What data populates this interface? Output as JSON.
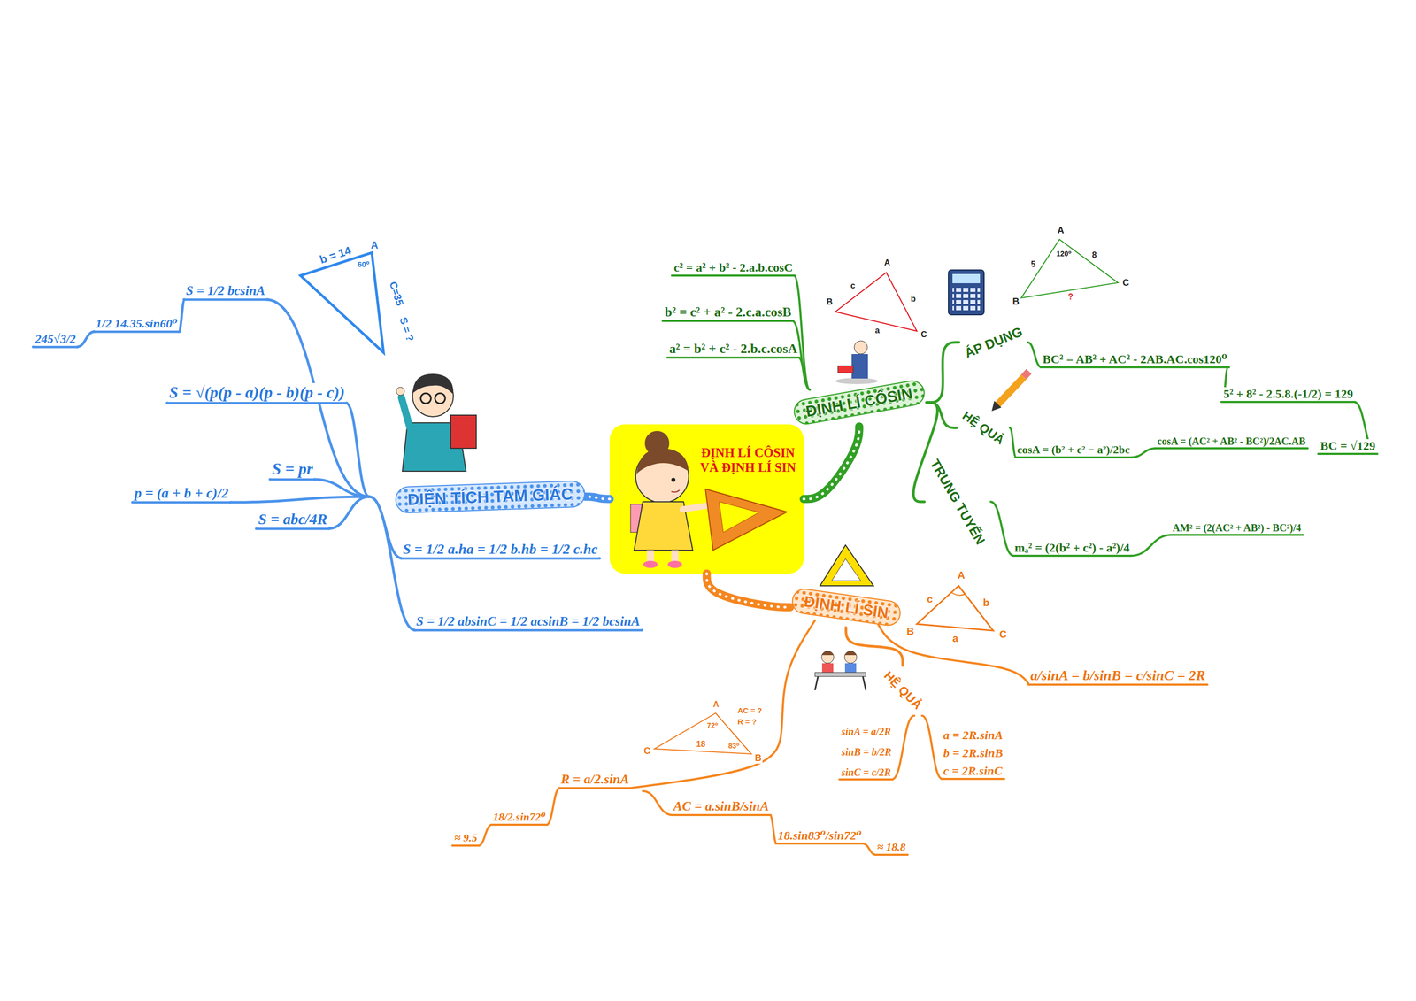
{
  "diagram": {
    "nodes": [
      {
        "text": [
          "ĐỊNH LÍ CÔSIN VÀ ĐỊNH LÍ SIN"
        ]
      },
      {
        "text": [
          "DIỆN TÍCH TAM GIÁC"
        ]
      },
      {
        "text": [
          "ĐỊNH LÍ CÔSIN"
        ]
      },
      {
        "text": [
          "ĐỊNH LÍ SIN"
        ]
      },
      {
        "text": [
          "ÁP DỤNG"
        ]
      },
      {
        "text": [
          "HỆ QUẢ"
        ]
      },
      {
        "text": [
          "TRUNG TUYẾN"
        ]
      },
      {
        "text": [
          "HỆ QUẢ"
        ]
      }
    ],
    "edges": [
      {
        "from": 0,
        "to": 1,
        "arrow": "none"
      },
      {
        "from": 0,
        "to": 2,
        "arrow": "none"
      },
      {
        "from": 0,
        "to": 3,
        "arrow": "none"
      },
      {
        "from": 2,
        "to": 4,
        "arrow": "none"
      },
      {
        "from": 2,
        "to": 5,
        "arrow": "none"
      },
      {
        "from": 2,
        "to": 6,
        "arrow": "none"
      },
      {
        "from": 3,
        "to": 7,
        "arrow": "none"
      }
    ],
    "labels": [
      "b = 14",
      "A",
      "60⁰",
      "C=35",
      "S = ?",
      "S = 1/2 bcsinA",
      "1/2 14.35.sin60⁰",
      "245√3/2",
      "S = √(p(p - a)(p - b)(p - c))",
      "S = pr",
      "p = (a + b + c)/2",
      "S = abc/4R",
      "S = 1/2 a.ha = 1/2 b.hb = 1/2 c.hc",
      "S = 1/2 absinC = 1/2 acsinB = 1/2 bcsinA",
      "c² = a² + b² - 2.a.b.cosC",
      "b² = c² + a² - 2.c.a.cosB",
      "a² = b² + c² - 2.b.c.cosA",
      "A",
      "B",
      "C",
      "c",
      "b",
      "a",
      "A",
      "120⁰",
      "5",
      "8",
      "B",
      "C",
      "?",
      "BC² = AB² + AC² - 2AB.AC.cos120⁰",
      "5² + 8² - 2.5.8.(-1/2) = 129",
      "BC = √129",
      "cosA = (b² + c² − a²)/2bc",
      "cosA = (AC² + AB² - BC²)/2AC.AB",
      "mₐ² = (2(b² + c²) - a²)/4",
      "AM² = (2(AC² + AB²) - BC²)/4",
      "A",
      "c",
      "b",
      "B",
      "a",
      "C",
      "a/sinA = b/sinB = c/sinC = 2R",
      "sinA = a/2R",
      "sinB = b/2R",
      "sinC = c/2R",
      "a = 2R.sinA",
      "b = 2R.sinB",
      "c = 2R.sinC",
      "A",
      "72⁰",
      "AC = ?",
      "R = ?",
      "C",
      "18",
      "83⁰",
      "B",
      "R = a/2.sinA",
      "18/2.sin72⁰",
      "≈ 9.5",
      "AC = a.sinB/sinA",
      "18.sin83⁰/sin72⁰",
      "≈ 18.8"
    ]
  }
}
